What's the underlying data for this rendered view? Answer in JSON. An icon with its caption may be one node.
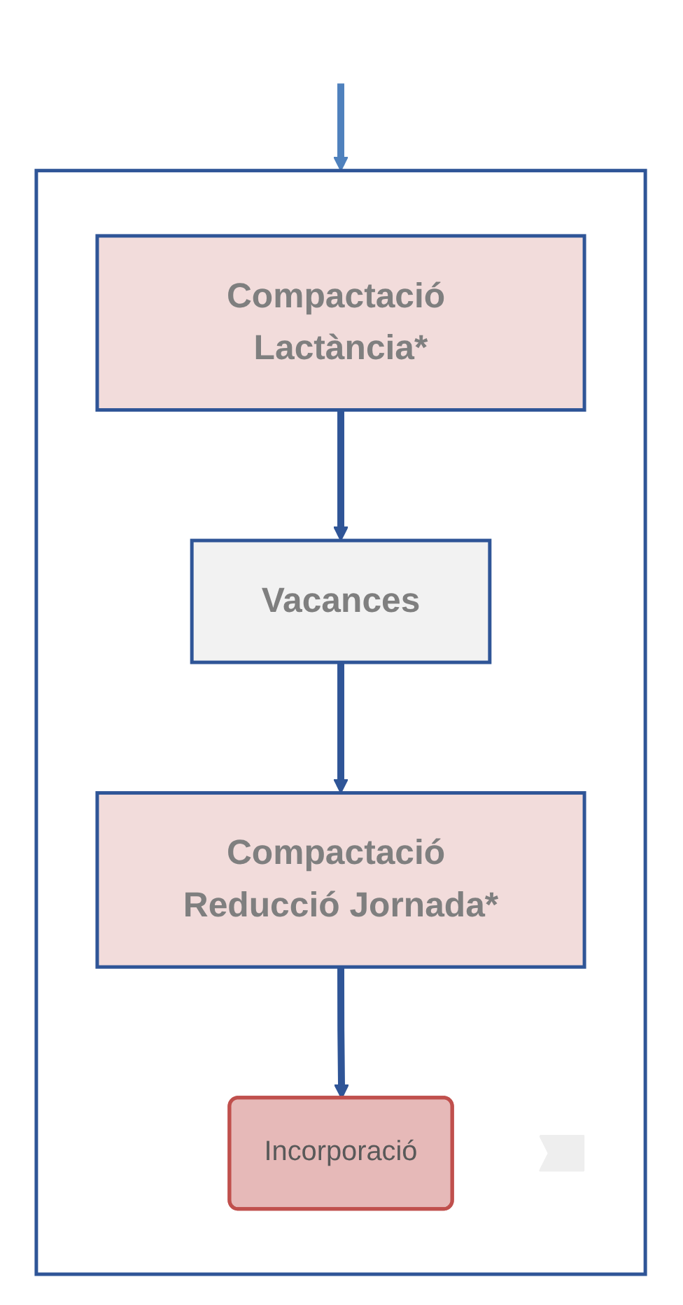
{
  "diagram": {
    "nodes": [
      {
        "text": [],
        "shape": "box"
      },
      {
        "text": [
          "Compactació Lactància*"
        ],
        "in": 0
      },
      {
        "text": [
          "Vacances"
        ],
        "in": 0
      },
      {
        "text": [
          "Compactació Reducció Jornada*"
        ],
        "in": 0
      },
      {
        "text": [
          "Incorporació"
        ],
        "in": 0
      },
      {
        "text": [],
        "shape": "callout",
        "in": 0
      }
    ],
    "edges": [
      {
        "from": null,
        "to": 0,
        "arrow": "to",
        "color": "#4f81bd"
      },
      {
        "from": 1,
        "to": 2,
        "arrow": "to"
      },
      {
        "from": 2,
        "to": 3,
        "arrow": "to"
      },
      {
        "from": 3,
        "to": 4,
        "arrow": "to"
      }
    ]
  }
}
